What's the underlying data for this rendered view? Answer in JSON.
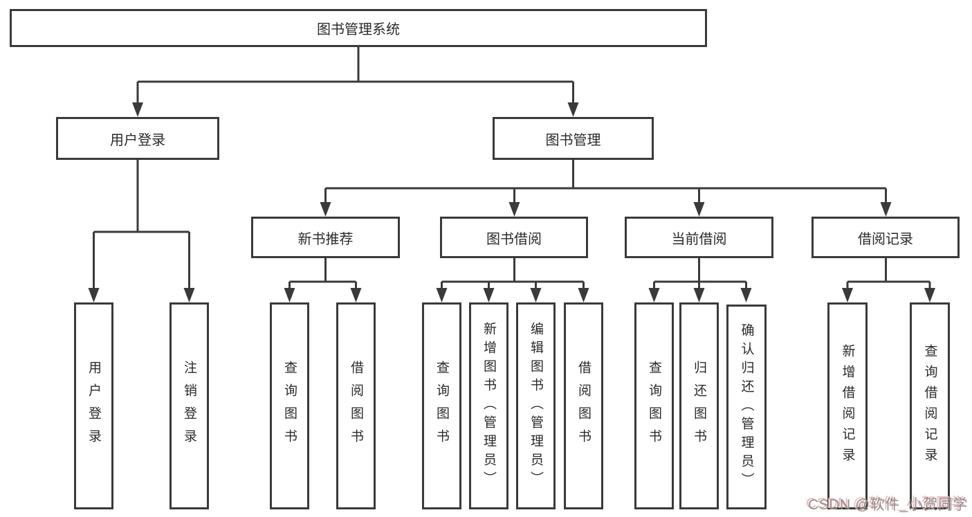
{
  "root": {
    "label": "图书管理系统"
  },
  "level2": {
    "user": "用户登录",
    "mgmt": "图书管理"
  },
  "level3": {
    "recommend": "新书推荐",
    "borrow": "图书借阅",
    "current": "当前借阅",
    "records": "借阅记录"
  },
  "leaves": {
    "user": [
      "用户登录",
      "注销登录"
    ],
    "recommend": [
      "查询图书",
      "借阅图书"
    ],
    "borrow": [
      "查询图书",
      "新增图书（管理员）",
      "编辑图书（管理员）",
      "借阅图书"
    ],
    "current": [
      "查询图书",
      "归还图书",
      "确认归还（管理员）"
    ],
    "records": [
      "新增借阅记录",
      "查询借阅记录"
    ]
  },
  "watermark": "CSDN @软件_小贺同学",
  "colors": {
    "line": "#3a3a3a",
    "text": "#2a2a2a",
    "watermark_gray": "#8f8f8f",
    "watermark_pink": "#eeb2b2"
  }
}
